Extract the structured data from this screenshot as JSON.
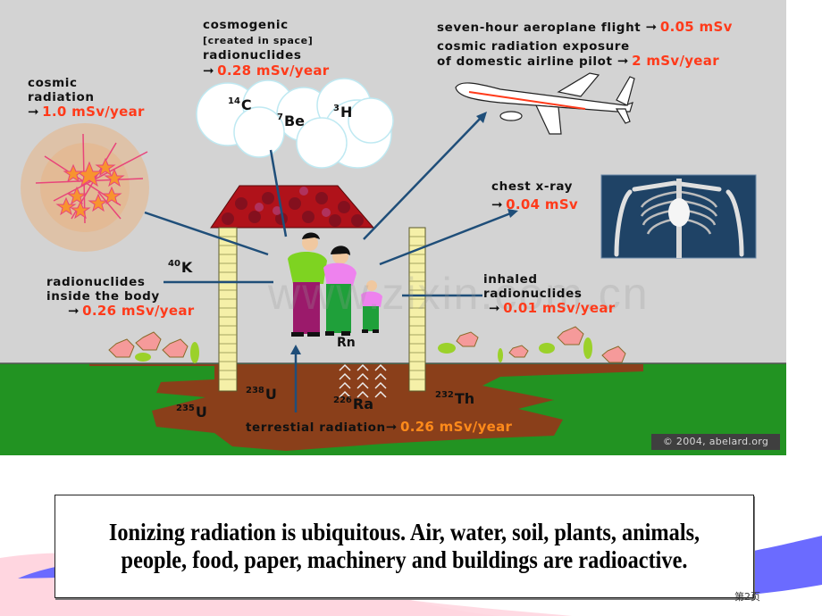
{
  "diagram": {
    "cosmic_radiation": {
      "title_lines": [
        "cosmic",
        "radiation"
      ],
      "value": "1.0 mSv/year"
    },
    "cosmogenic": {
      "title_lines": [
        "cosmogenic",
        "[created in space]",
        "radionuclides"
      ],
      "value": "0.28 mSv/year",
      "isotopes": [
        {
          "mass": "14",
          "symbol": "C"
        },
        {
          "mass": "7",
          "symbol": "Be"
        },
        {
          "mass": "3",
          "symbol": "H"
        }
      ]
    },
    "flight": {
      "text": "seven-hour aeroplane flight",
      "value": "0.05 mSv"
    },
    "pilot": {
      "title_lines": [
        "cosmic radiation exposure",
        "of domestic airline pilot"
      ],
      "value": "2 mSv/year"
    },
    "chest_xray": {
      "title": "chest x-ray",
      "value": "0.04 mSv"
    },
    "body": {
      "isotope": {
        "mass": "40",
        "symbol": "K"
      },
      "title_lines": [
        "radionuclides",
        "inside the body"
      ],
      "value": "0.26 mSv/year"
    },
    "inhaled": {
      "title_lines": [
        "inhaled",
        "radionuclides"
      ],
      "value": "0.01 mSv/year"
    },
    "terrestrial": {
      "text": "terrestial radiation",
      "value": "0.26 mSv/year",
      "isotopes": [
        {
          "mass": "238",
          "symbol": "U"
        },
        {
          "mass": "235",
          "symbol": "U"
        },
        {
          "mass": "226",
          "symbol": "Ra"
        },
        {
          "mass": "232",
          "symbol": "Th"
        }
      ],
      "radon": "Rn"
    },
    "copyright": "© 2004, abelard.org",
    "watermark": "www.zixin.com.cn",
    "arrow_glyph": "➞",
    "colors": {
      "sky": "#d3d3d3",
      "grass": "#229322",
      "soil": "#8a3f1a",
      "value_red": "#ff3a1a",
      "pointer_line": "#1f4e79"
    }
  },
  "caption": "Ionizing radiation is ubiquitous. Air, water, soil, plants, animals, people, food, paper, machinery and buildings are radioactive.",
  "page_number": "第2页"
}
